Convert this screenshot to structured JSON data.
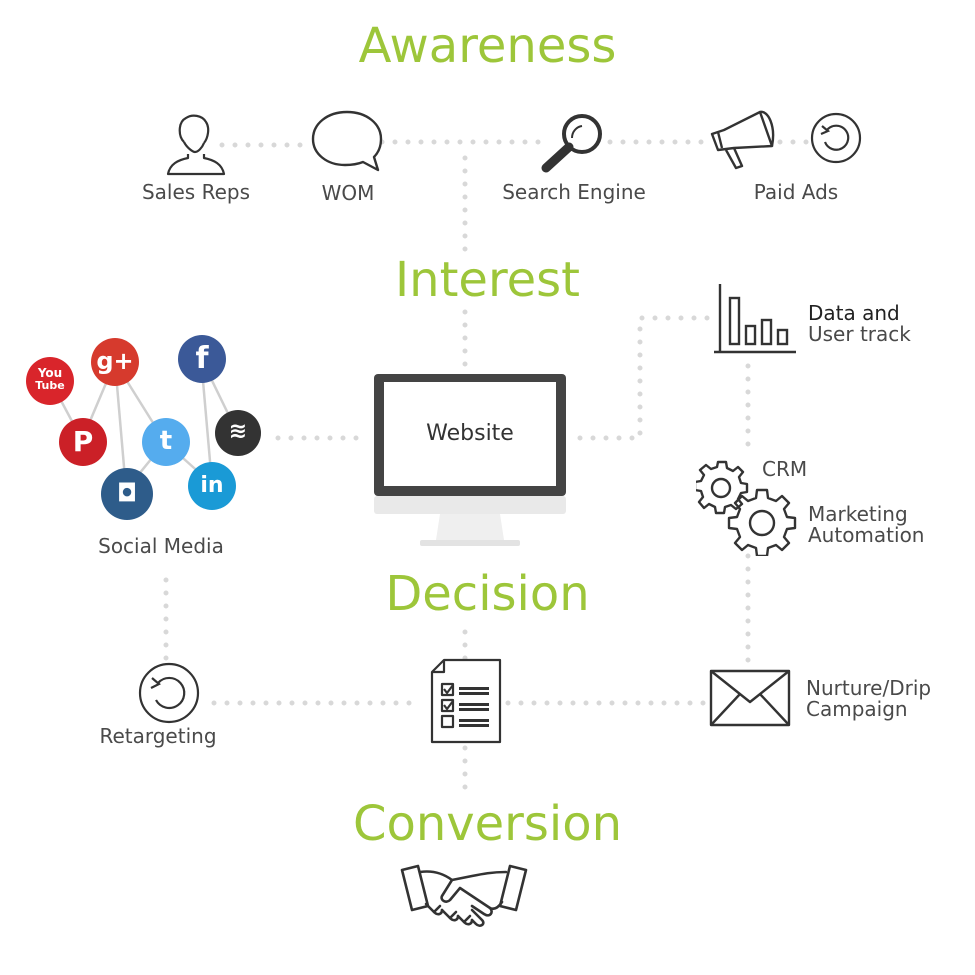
{
  "stages": {
    "awareness": "Awareness",
    "interest": "Interest",
    "decision": "Decision",
    "conversion": "Conversion"
  },
  "awareness_items": {
    "sales_reps": "Sales Reps",
    "wom": "WOM",
    "search_engine": "Search Engine",
    "paid_ads": "Paid Ads"
  },
  "center": {
    "website": "Website"
  },
  "interest_items": {
    "social_media": "Social Media",
    "data_line1": "Data and",
    "data_line2": "User track",
    "crm": "CRM",
    "marketing_line1": "Marketing",
    "marketing_line2": "Automation"
  },
  "decision_items": {
    "retargeting": "Retargeting",
    "nurture_line1": "Nurture/Drip",
    "nurture_line2": "Campaign"
  },
  "social_icons": {
    "youtube_top": "You",
    "youtube_bottom": "Tube",
    "googleplus": "g+",
    "facebook": "f",
    "pinterest": "P",
    "twitter": "t",
    "instagram": "◘",
    "linkedin": "in",
    "buffer": "≋"
  },
  "colors": {
    "title_green": "#9dc63a",
    "dots": "#d8d8d8",
    "icon_stroke": "#333333",
    "youtube": "#d9252b",
    "googleplus": "#d63a2d",
    "facebook": "#3b5998",
    "pinterest": "#cb2027",
    "twitter": "#55acee",
    "instagram": "#2e5c8a",
    "linkedin": "#1a9ad6",
    "buffer": "#333333"
  }
}
